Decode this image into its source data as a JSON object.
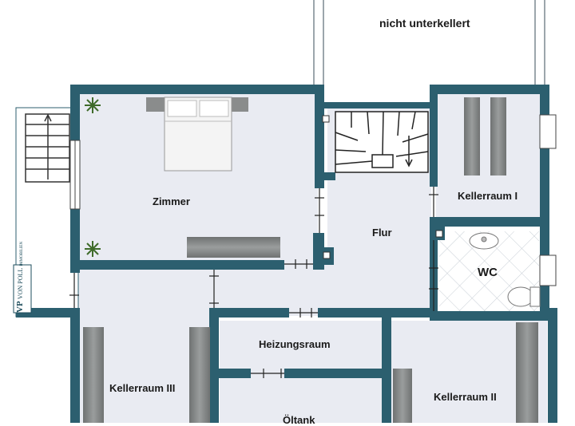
{
  "rooms": {
    "annex": "nicht unterkellert",
    "zimmer": "Zimmer",
    "flur": "Flur",
    "kellerraum1": "Kellerraum I",
    "wc": "WC",
    "heizungsraum": "Heizungsraum",
    "kellerraum3": "Kellerraum III",
    "kellerraum2": "Kellerraum II",
    "oeltank": "Öltank"
  },
  "logo": {
    "monogram": "VP",
    "name": "VON POLL",
    "tagline": "IMMOBILIEN"
  },
  "colors": {
    "wall": "#2c5f6f",
    "floor": "#e9ebf2",
    "furniture": "#8a8c8c",
    "tile_line": "#c9cfd6"
  }
}
